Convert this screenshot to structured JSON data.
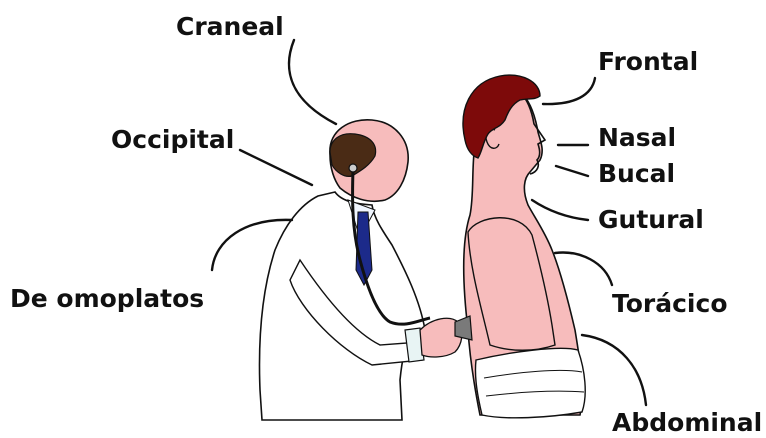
{
  "colors": {
    "skin": "#f7bcbc",
    "hair": "#7d0a0a",
    "doctor_hair": "#4a2b15",
    "coat": "#ffffff",
    "tie": "#1c2a8a",
    "leader": "#111111",
    "towel": "#ffffff"
  },
  "labels": {
    "craneal": "Craneal",
    "occipital": "Occipital",
    "de_omoplatos": "De omoplatos",
    "frontal": "Frontal",
    "nasal": "Nasal",
    "bucal": "Bucal",
    "gutural": "Gutural",
    "toracico": "Torácico",
    "abdominal": "Abdominal"
  }
}
